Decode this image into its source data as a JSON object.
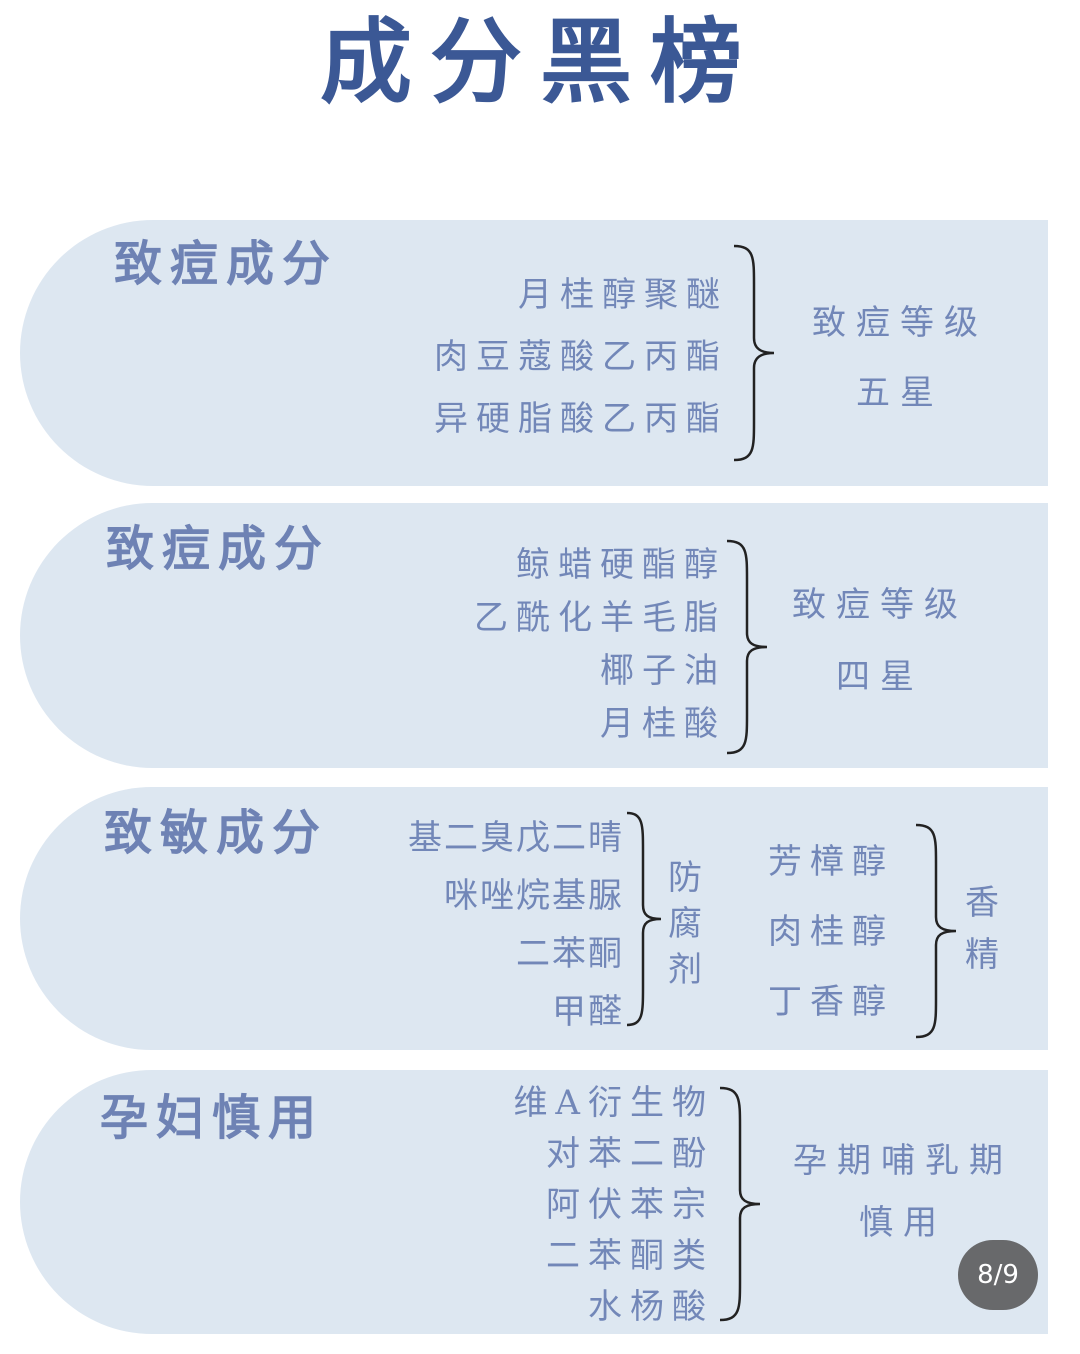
{
  "title": "成分黑榜",
  "sections": [
    {
      "heading": "致痘成分",
      "items": [
        "月桂醇聚醚",
        "肉豆蔻酸乙丙酯",
        "异硬脂酸乙丙酯"
      ],
      "result_lines": [
        "致痘等级",
        "五星"
      ]
    },
    {
      "heading": "致痘成分",
      "items": [
        "鲸蜡硬酯醇",
        "乙酰化羊毛脂",
        "椰子油",
        "月桂酸"
      ],
      "result_lines": [
        "致痘等级",
        "四星"
      ]
    },
    {
      "heading": "致敏成分",
      "groups": [
        {
          "items": [
            "基二臭戊二晴",
            "咪唑烷基脲",
            "二苯酮",
            "甲醛"
          ],
          "label_chars": [
            "防",
            "腐",
            "剂"
          ],
          "label": "防腐剂"
        },
        {
          "items": [
            "芳樟醇",
            "肉桂醇",
            "丁香醇"
          ],
          "label_chars": [
            "香",
            "精"
          ],
          "label": "香精"
        }
      ]
    },
    {
      "heading": "孕妇慎用",
      "items": [
        "维A衍生物",
        "对苯二酚",
        "阿伏苯宗",
        "二苯酮类",
        "水杨酸"
      ],
      "result_lines": [
        "孕期哺乳期",
        "慎用"
      ]
    }
  ],
  "page_indicator": "8/9",
  "colors": {
    "title": "#3b5895",
    "panel_bg": "#dde7f1",
    "heading": "#6e82b4",
    "item_text": "#7287b8",
    "badge_bg": "#68696b"
  }
}
